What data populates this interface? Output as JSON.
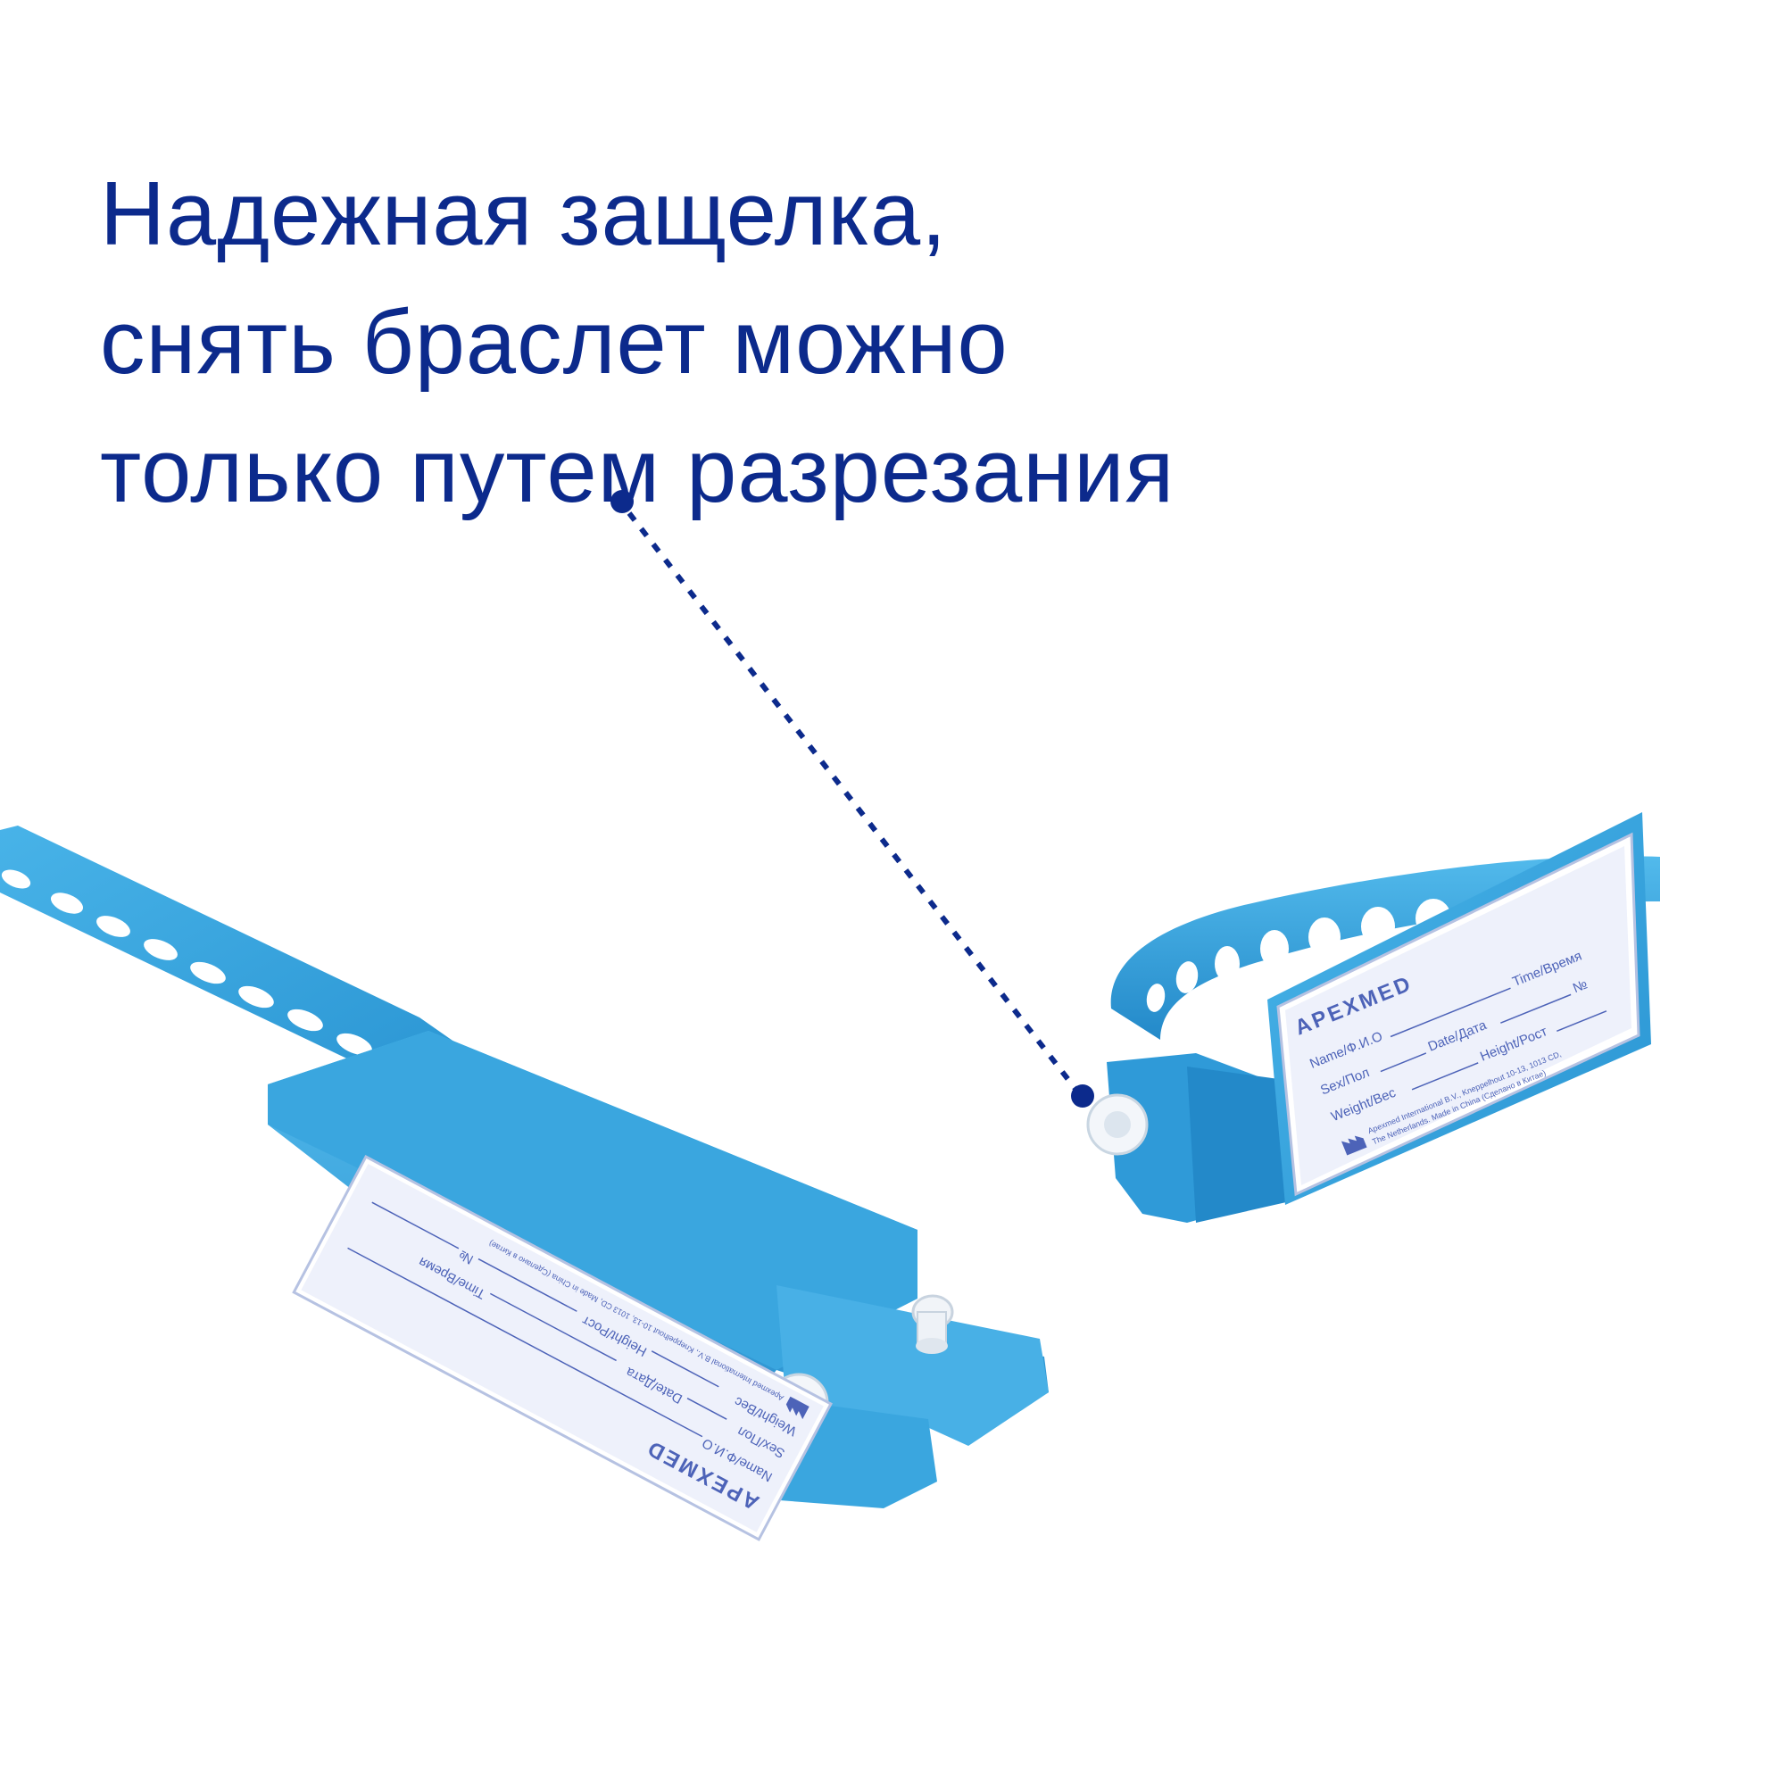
{
  "headline": {
    "line1": "Надежная защелка,",
    "line2": "снять браслет можно",
    "line3": "только путем разрезания"
  },
  "bracelet_open": {
    "brand": "APEXMED",
    "fields": {
      "name": "Name/Ф.И.О",
      "date": "Date/Дата",
      "time": "Time/Время",
      "sex": "Sex/Пол",
      "height": "Height/Рост",
      "number": "№",
      "weight": "Weight/Вес"
    },
    "manufacturer": "Apexmed International B.V., Kneppelhout 10-13, 1013 CD, Made in China (Сделано в Китае)"
  },
  "bracelet_closed": {
    "brand": "APEXMED",
    "fields": {
      "name": "Name/Ф.И.О",
      "time": "Time/Время",
      "sex": "Sex/Пол",
      "date": "Date/Дата",
      "number": "№",
      "weight": "Weight/Вес",
      "height": "Height/Рост"
    },
    "manufacturer_line1": "Apexmed International B.V., Kneppelhout 10-13, 1013 CD,",
    "manufacturer_line2": "The Netherlands. Made in China (Сделано в Китае)"
  },
  "colors": {
    "headline": "#0c2a8c",
    "band": "#3aa6df",
    "band_dark": "#1f88c8",
    "label_paper": "#eef1fb",
    "label_text": "#4d63b8",
    "pointer": "#0c2a8c"
  }
}
